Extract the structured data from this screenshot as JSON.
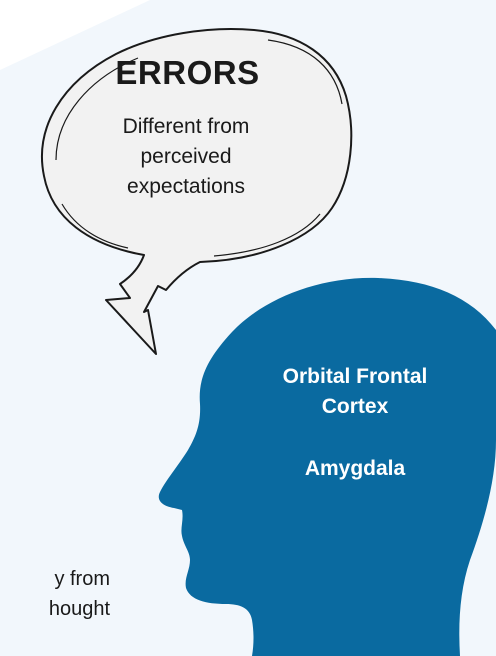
{
  "bubble": {
    "title": "ERRORS",
    "lines": [
      "Different from",
      "perceived",
      "expectations"
    ]
  },
  "head": {
    "region_1_lines": [
      "Orbital Frontal",
      "Cortex"
    ],
    "region_2": "Amygdala"
  },
  "cut_off_text": {
    "lines": [
      "y from",
      "hought"
    ]
  },
  "colors": {
    "background_panel": "#f2f7fc",
    "head_fill": "#0a6aa0",
    "bubble_fill": "#f2f2f2",
    "bubble_stroke": "#1a1a1a",
    "text_dark": "#1a1a1a",
    "text_light": "#ffffff"
  }
}
